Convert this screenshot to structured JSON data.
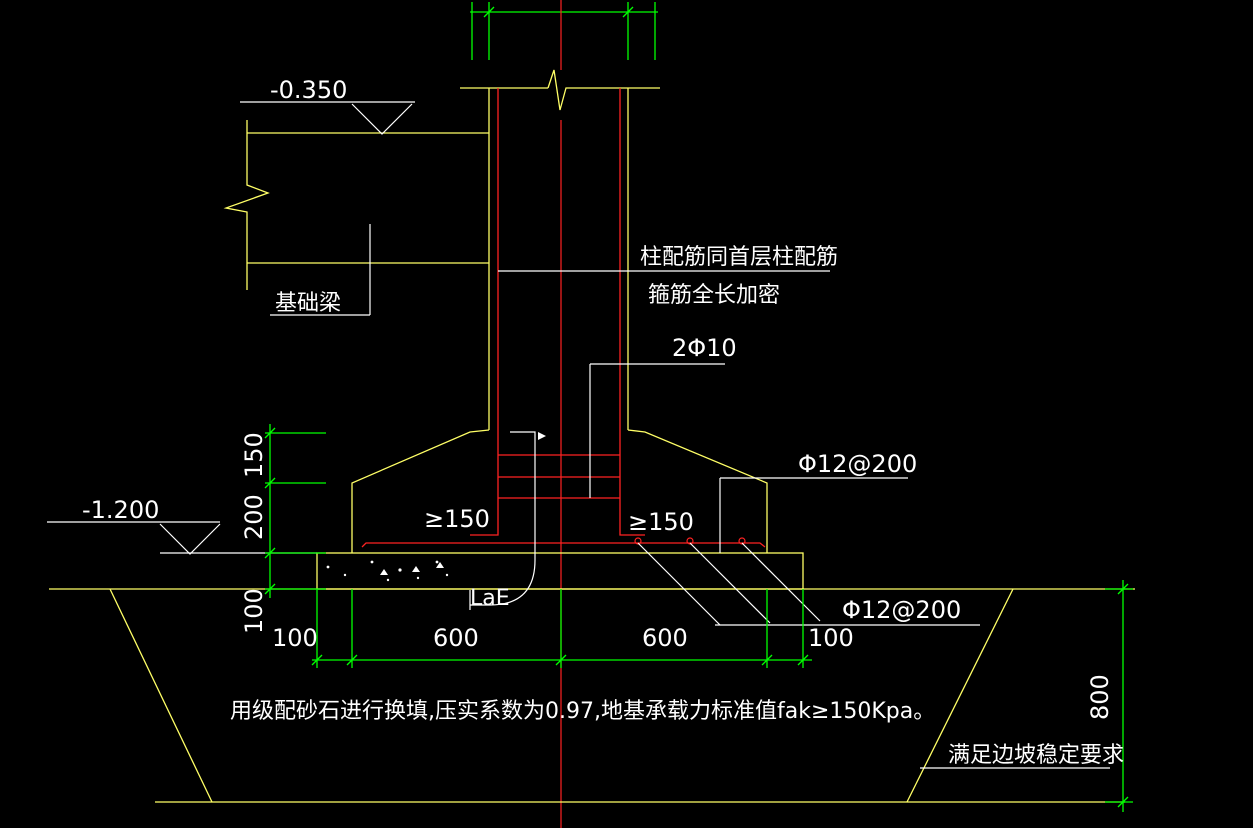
{
  "colors": {
    "background": "#000000",
    "outline": "#ffff66",
    "rebar": "#ff2222",
    "dimension": "#00ff00",
    "leader": "#ffffff",
    "text": "#ffffff"
  },
  "labels": {
    "elev_top": "-0.350",
    "elev_bottom": "-1.200",
    "beam": "基础梁",
    "col_rebar": "柱配筋同首层柱配筋",
    "stirrup": "箍筋全长加密",
    "bar_2phi10": "2Φ10",
    "phi12_top": "Φ12@200",
    "phi12_bottom": "Φ12@200",
    "ge150_left": "≥150",
    "ge150_right": "≥150",
    "lae": "LaE",
    "dim_150": "150",
    "dim_200": "200",
    "dim_100_v": "100",
    "dim_100_left": "100",
    "dim_600_left": "600",
    "dim_600_right": "600",
    "dim_100_right": "100",
    "dim_800": "800",
    "note": "用级配砂石进行换填,压实系数为0.97,地基承载力标准值fak≥150Kpa。",
    "slope_note": "满足边坡稳定要求"
  }
}
